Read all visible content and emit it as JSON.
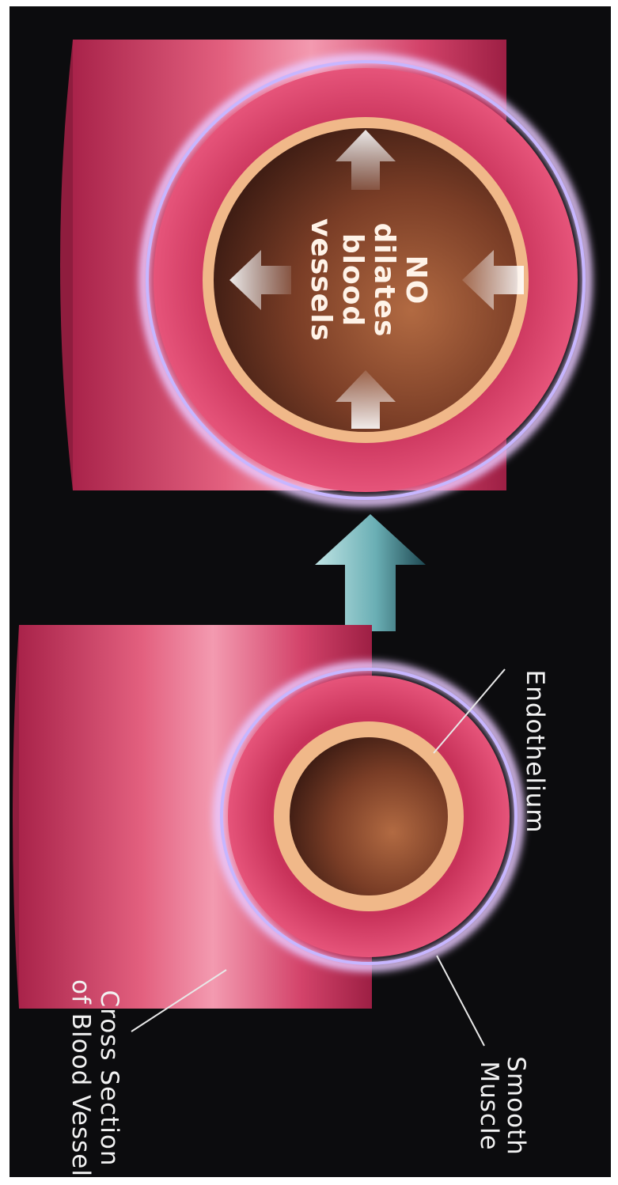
{
  "labels": {
    "cross_section_line1": "Cross Section",
    "cross_section_line2": "of Blood Vessel",
    "smooth_muscle_line1": "Smooth",
    "smooth_muscle_line2": "Muscle",
    "endothelium": "Endothelium",
    "no_line1": "NO",
    "no_line2": "dilates",
    "no_line3": "blood",
    "no_line4": "vessels"
  },
  "colors": {
    "background": "#0c0c0e",
    "vessel_wall": "#d63b63",
    "vessel_highlight": "#f48aa6",
    "outer_membrane": "#e9c9ff",
    "endothelium_ring": "#f0b889",
    "lumen": "#6b3624",
    "arrow": "#bfe6ea"
  }
}
